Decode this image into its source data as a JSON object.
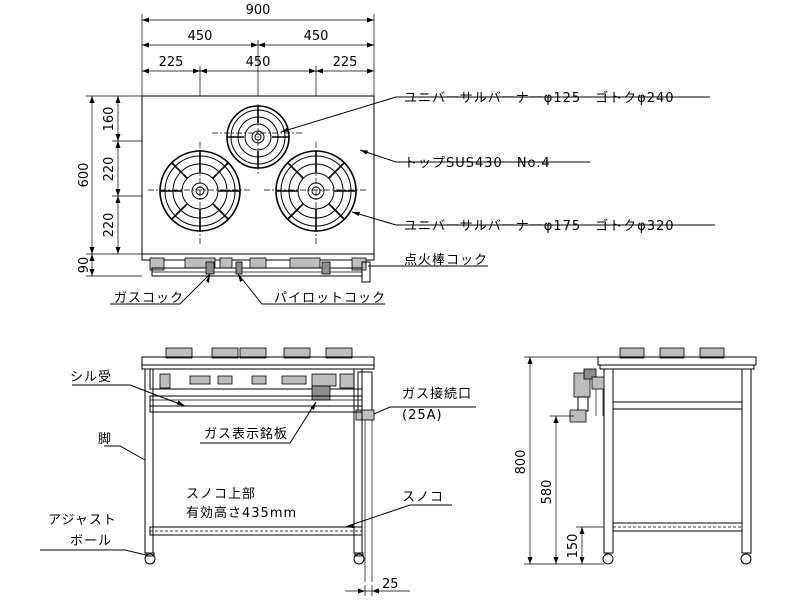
{
  "dimensions": {
    "total_width": "900",
    "half_left": "450",
    "half_right": "450",
    "edge_left": "225",
    "center": "450",
    "edge_right": "225",
    "depth": "600",
    "row1": "160",
    "row2": "220",
    "row3": "220",
    "bottom_gap": "90",
    "height": "800",
    "shelf_height": "580",
    "shelf_low": "150",
    "pipe_offset": "25"
  },
  "labels": {
    "burner_small": "ユニバーサルバーナーφ125　ゴトクφ240",
    "top_material": "トップSUS430　No.4",
    "burner_large": "ユニバーサルバーナーφ175　ゴトクφ320",
    "igniter_cock": "点火棒コック",
    "gas_cock": "ガスコック",
    "pilot_cock": "パイロットコック",
    "drip_tray": "シル受",
    "gas_connection": "ガス接続口",
    "gas_connection_size": "(25A)",
    "nameplate": "ガス表示銘板",
    "leg": "脚",
    "adjust_1": "アジャスト",
    "adjust_2": "ボール",
    "shelf_1": "スノコ上部",
    "shelf_2": "有効高さ435mm",
    "shelf": "スノコ"
  }
}
